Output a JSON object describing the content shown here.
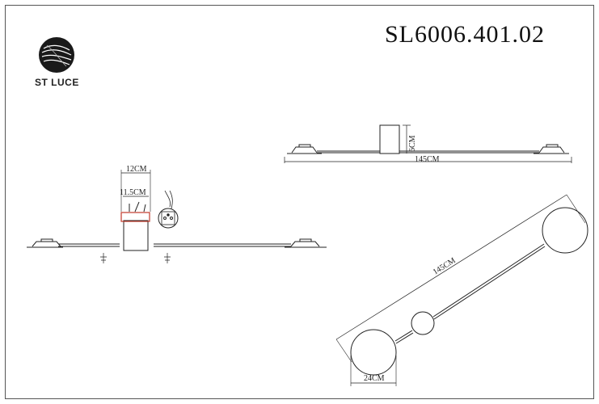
{
  "header": {
    "model_number": "SL6006.401.02",
    "brand_name": "ST LUCE"
  },
  "dimensions": {
    "width_12": "12CM",
    "width_11_5": "11.5CM",
    "height_6": "6CM",
    "length_top": "145CM",
    "length_diagonal": "145CM",
    "diameter": "24CM"
  }
}
